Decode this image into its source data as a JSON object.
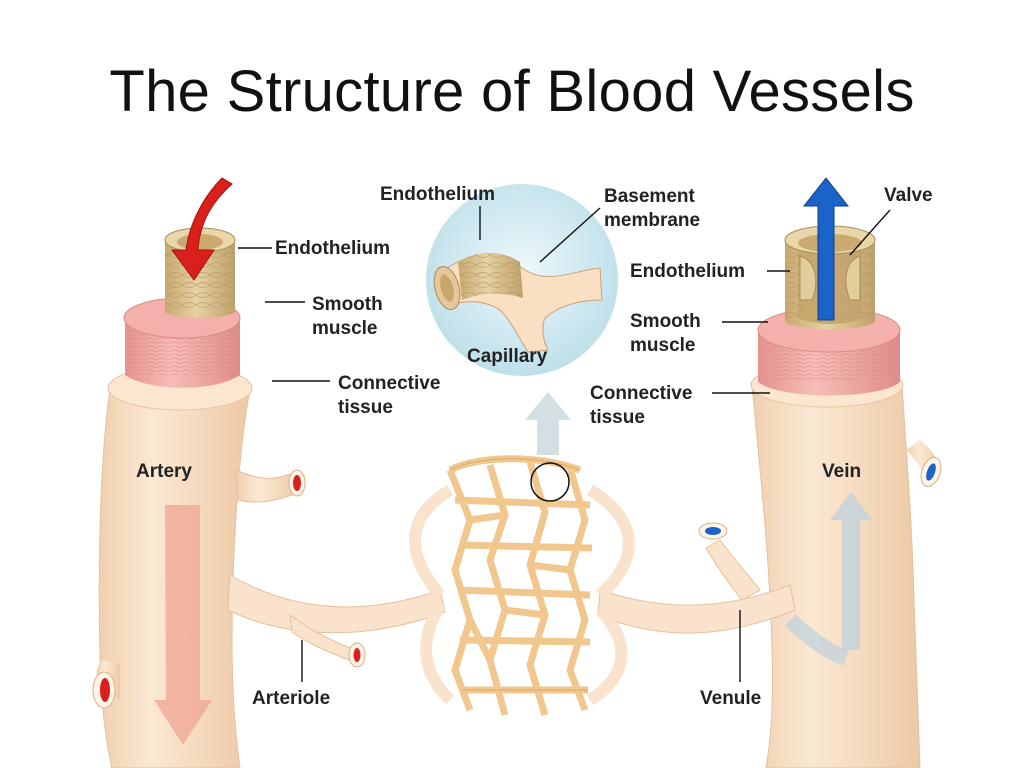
{
  "title": "The Structure of Blood Vessels",
  "artery": {
    "name": "Artery",
    "endothelium": "Endothelium",
    "smooth_muscle": [
      "Smooth",
      "muscle"
    ],
    "connective_tissue": [
      "Connective",
      "tissue"
    ]
  },
  "capillary": {
    "name": "Capillary",
    "endothelium": "Endothelium",
    "basement_membrane": [
      "Basement",
      "membrane"
    ]
  },
  "vein": {
    "name": "Vein",
    "valve": "Valve",
    "endothelium": "Endothelium",
    "smooth_muscle": [
      "Smooth",
      "muscle"
    ],
    "connective_tissue": [
      "Connective",
      "tissue"
    ]
  },
  "arteriole": "Arteriole",
  "venule": "Venule",
  "colors": {
    "connective": "#f8dfc3",
    "muscle": "#f1a7a2",
    "endothelium": "#d8be8a",
    "capillary_bed": "#f2c78e",
    "arterial_blood": "#d9201b",
    "venous_blood": "#1a63c9",
    "inset_bg": "#cfe8f0"
  }
}
